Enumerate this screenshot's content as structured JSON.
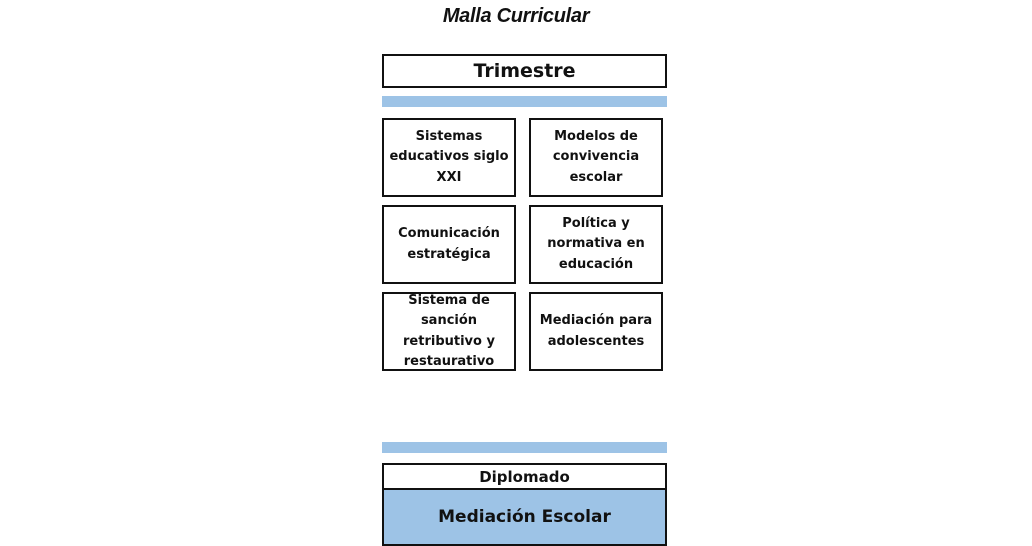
{
  "title": "Malla Curricular",
  "period_label": "Trimestre",
  "courses": [
    "Sistemas educativos siglo XXI",
    "Modelos de convivencia escolar",
    "Comunicación estratégica",
    "Política y normativa en educación",
    "Sistema de sanción retributivo y restaurativo",
    "Mediación para adolescentes"
  ],
  "diploma": {
    "label": "Diplomado",
    "name": "Mediación Escolar"
  },
  "colors": {
    "accent_blue": "#9dc3e6",
    "border": "#111111"
  }
}
